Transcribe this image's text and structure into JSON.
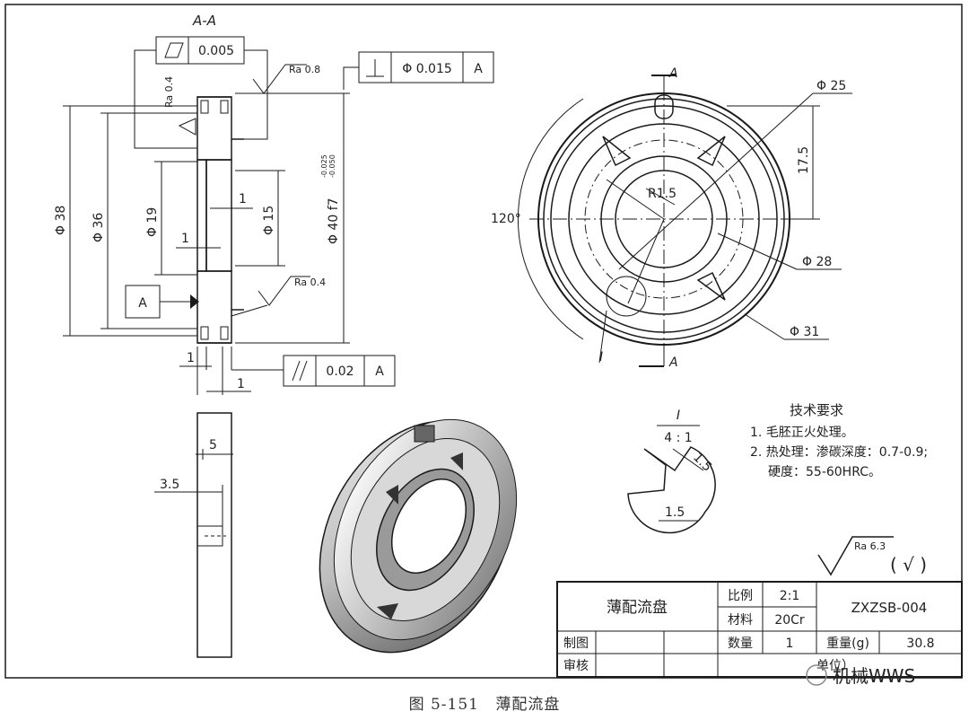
{
  "section_label": "A-A",
  "section_view": {
    "flatness_tol": "0.005",
    "perp_tol": "Φ 0.015",
    "perp_datum": "A",
    "parallel_tol": "0.02",
    "parallel_datum": "A",
    "datum_box": "A",
    "ra_left_top": "Ra 0.4",
    "ra_right_top": "Ra 0.8",
    "ra_middle": "Ra 0.4",
    "dims": {
      "d38": "Φ 38",
      "d36": "Φ 36",
      "d19": "Φ 19",
      "d15": "Φ 15",
      "d40": "Φ 40 f7",
      "d40_tol_upper": "-0.025",
      "d40_tol_lower": "-0.050",
      "one_a": "1",
      "one_b": "1",
      "one_c": "1",
      "one_d": "1"
    }
  },
  "front_view": {
    "section_mark_top": "A",
    "section_mark_bottom": "A",
    "d25": "Φ 25",
    "r15": "R1.5",
    "d28": "Φ 28",
    "d31": "Φ 31",
    "dim_175": "17.5",
    "angle_120": "120°",
    "detail_ref": "I"
  },
  "side_view": {
    "dim_5": "5",
    "dim_35": "3.5"
  },
  "detail_view": {
    "label": "I",
    "scale": "4 : 1",
    "dim_15_a": "1.5",
    "dim_15_b": "1.5"
  },
  "tech_requirements": {
    "title": "技术要求",
    "items": [
      "1. 毛胚正火处理。",
      "2. 热处理：渗碳深度：0.7-0.9;",
      "硬度：55-60HRC。"
    ]
  },
  "roughness_note": {
    "ra": "Ra 6.3",
    "bracket": "(  √  )"
  },
  "title_block": {
    "part_name": "薄配流盘",
    "scale_label": "比例",
    "scale_value": "2:1",
    "material_label": "材料",
    "material_value": "20Cr",
    "drawing_no": "ZXZSB-004",
    "qty_label": "数量",
    "qty_value": "1",
    "weight_label": "重量(g)",
    "weight_value": "30.8",
    "drawn_label": "制图",
    "check_label": "审核",
    "unit_label": "单位）"
  },
  "watermark": "机械WWS",
  "caption": {
    "figure_no": "图 5-151",
    "title": "薄配流盘"
  }
}
